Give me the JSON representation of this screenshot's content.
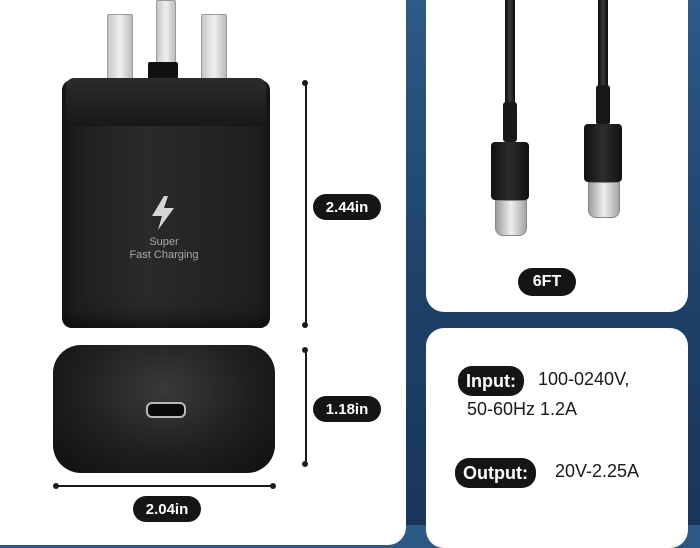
{
  "dimensions": {
    "front_height": "2.44in",
    "side_height": "1.18in",
    "width": "2.04in"
  },
  "charger_label": {
    "line1": "Super",
    "line2": "Fast Charging"
  },
  "cable": {
    "length": "6FT"
  },
  "specs": {
    "input_label": "Input:",
    "input_value_line1": "100-0240V,",
    "input_value_line2": "50-60Hz  1.2A",
    "output_label": "Output:",
    "output_value": "20V-2.25A"
  },
  "colors": {
    "background": "#2d5a86",
    "panel": "#ffffff",
    "pill": "#151515",
    "device": "#1c1c1c"
  },
  "icons": {
    "charging": "lightning-bolt-icon",
    "port": "usb-c-port-icon"
  }
}
